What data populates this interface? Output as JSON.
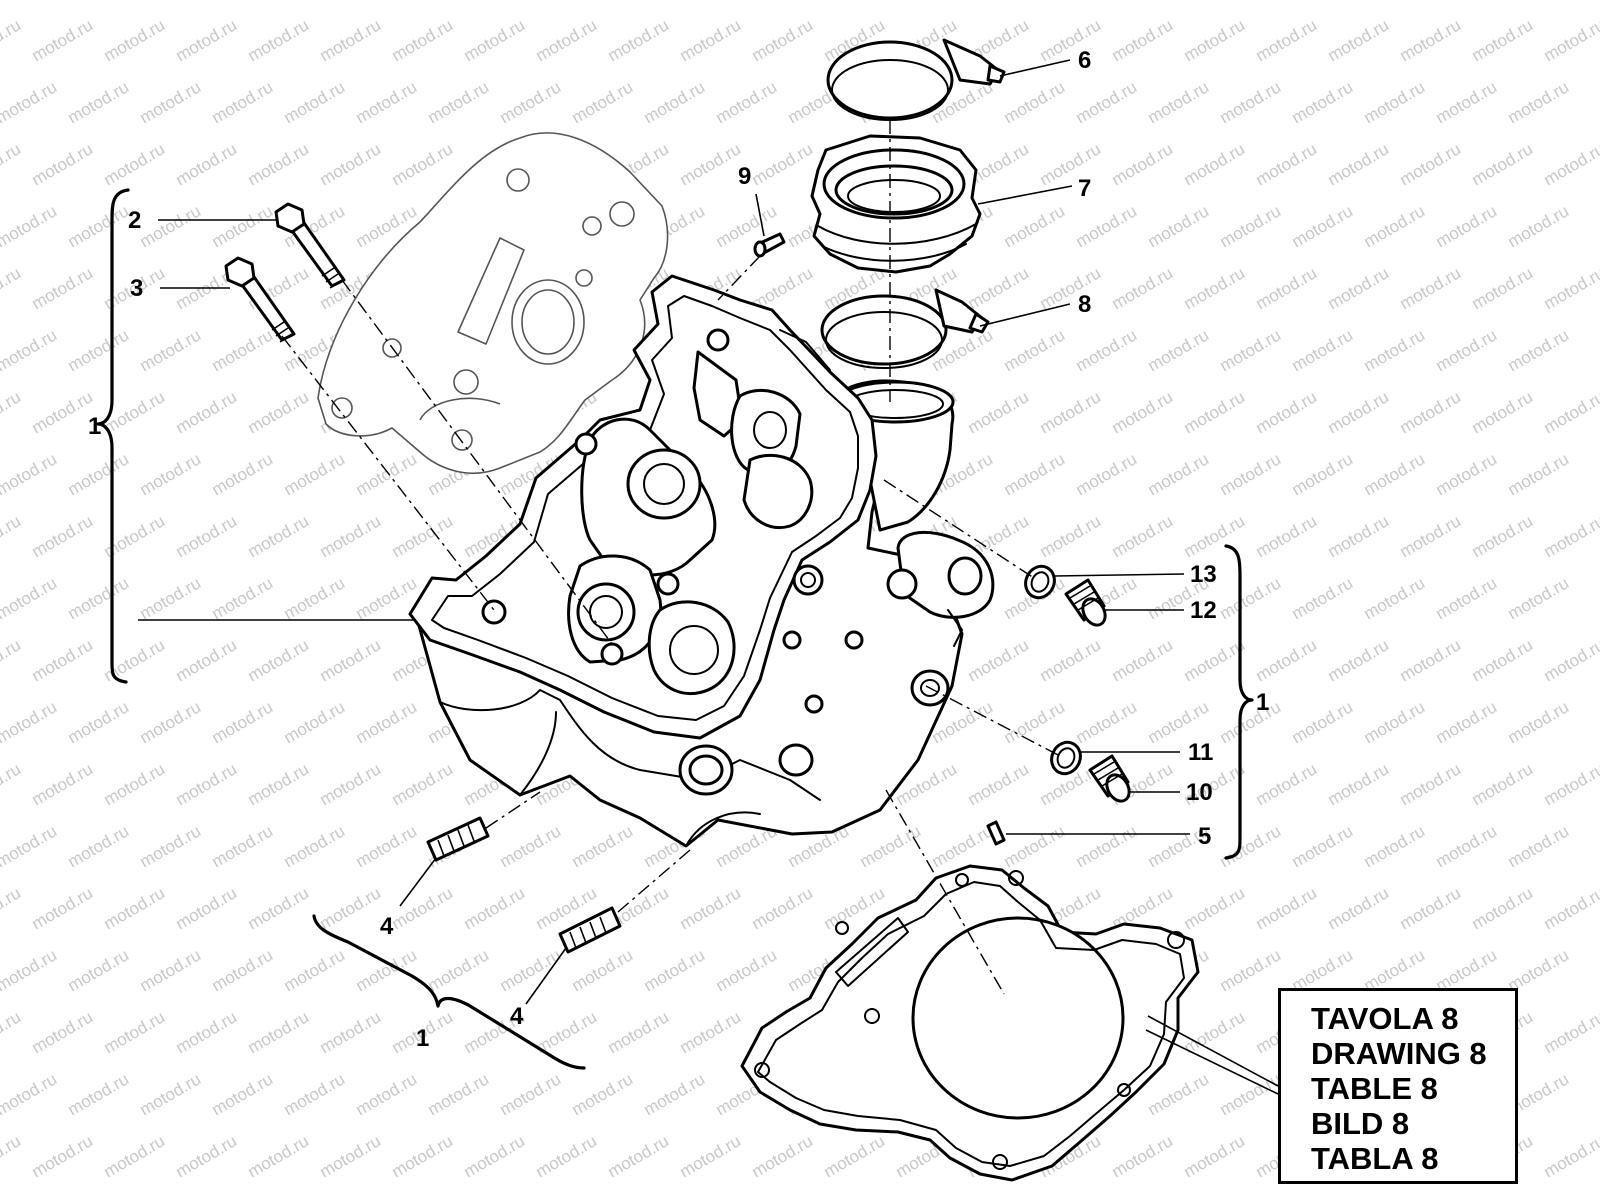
{
  "watermark": "motod.ru",
  "callouts": {
    "c1_left": "1",
    "c1_right": "1",
    "c1_bottom": "1",
    "c2": "2",
    "c3": "3",
    "c4_upper": "4",
    "c4_lower": "4",
    "c5": "5",
    "c6": "6",
    "c7": "7",
    "c8": "8",
    "c9": "9",
    "c10": "10",
    "c11": "11",
    "c12": "12",
    "c13": "13"
  },
  "legend": {
    "lines": [
      "TAVOLA 8",
      "DRAWING 8",
      "TABLE 8",
      "BILD 8",
      "TABLA 8"
    ]
  }
}
